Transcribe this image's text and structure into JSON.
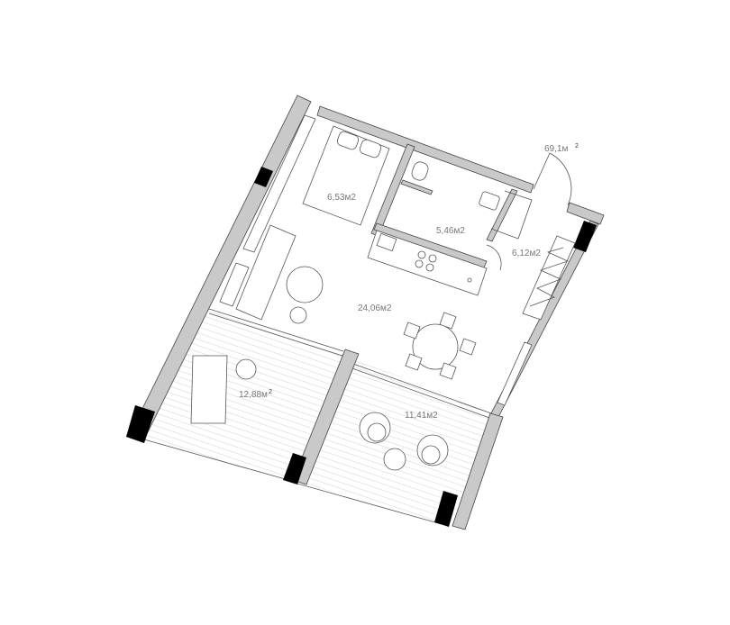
{
  "plan": {
    "total_area": "69,1м",
    "total_area_sup": "2",
    "rooms": [
      {
        "name": "bedroom",
        "area": "6,53м2"
      },
      {
        "name": "bathroom",
        "area": "5,46м2"
      },
      {
        "name": "hallway",
        "area": "6,12м2"
      },
      {
        "name": "living-kitchen",
        "area": "24,06м2"
      },
      {
        "name": "terrace-left",
        "area": "12,88м",
        "sup": "2"
      },
      {
        "name": "terrace-right",
        "area": "11,41м2"
      }
    ]
  },
  "colors": {
    "wall": "#c9c9c9",
    "column": "#000000",
    "line": "#555555"
  }
}
